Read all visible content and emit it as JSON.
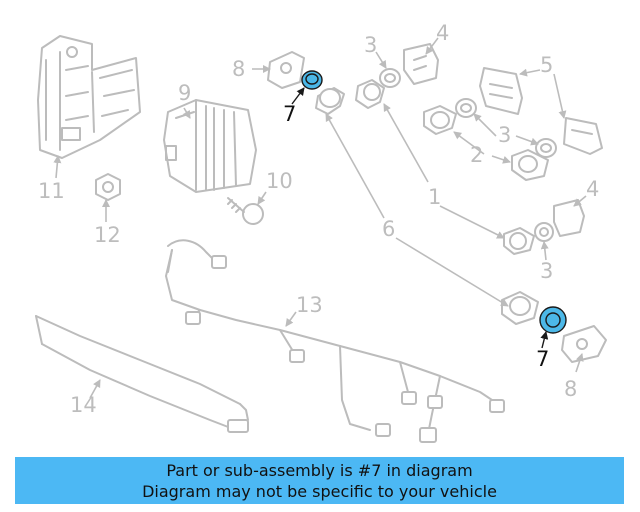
{
  "callouts": {
    "c1": "1",
    "c2": "2",
    "c3a": "3",
    "c3b": "3",
    "c3c": "3",
    "c4a": "4",
    "c4b": "4",
    "c5": "5",
    "c6": "6",
    "c7a": "7",
    "c7b": "7",
    "c8a": "8",
    "c8b": "8",
    "c9": "9",
    "c10": "10",
    "c11": "11",
    "c12": "12",
    "c13": "13",
    "c14": "14"
  },
  "highlighted_part": "7",
  "colors": {
    "highlight": "#4cb8e8",
    "banner": "#4cb8f4",
    "muted_part": "#bcbcbc"
  },
  "banner": {
    "line1": "Part or sub-assembly is #7 in diagram",
    "line2": "Diagram may not be specific to your vehicle"
  }
}
